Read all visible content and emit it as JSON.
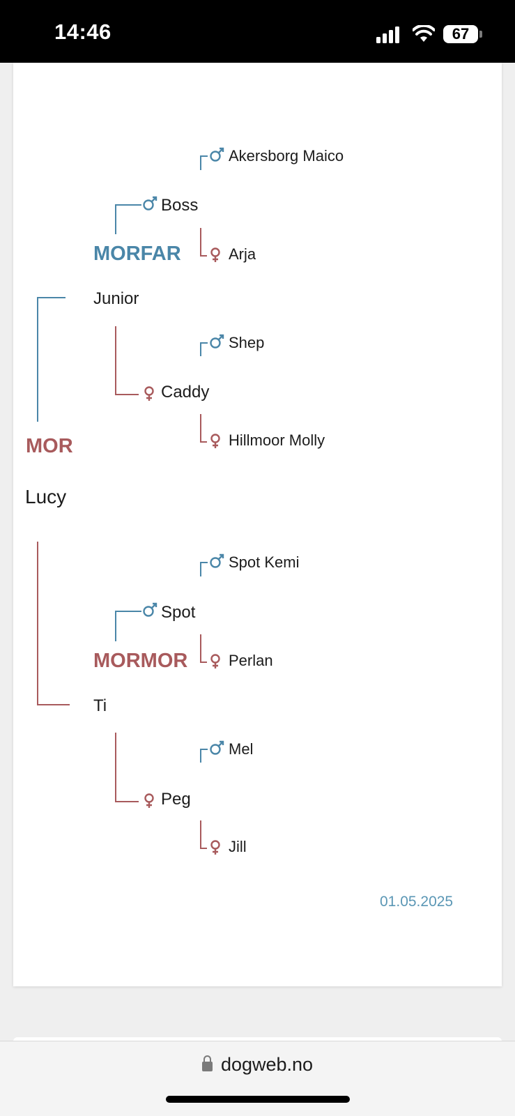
{
  "status_bar": {
    "time": "14:46",
    "battery": "67"
  },
  "pedigree": {
    "mor_label": "MOR",
    "morfar_label": "MORFAR",
    "mormor_label": "MORMOR",
    "subject": "Lucy",
    "morfar": {
      "name": "Junior",
      "father": {
        "name": "Boss",
        "father": "Akersborg Maico",
        "mother": "Arja"
      },
      "mother": {
        "name": "Caddy",
        "father": "Shep",
        "mother": "Hillmoor Molly"
      }
    },
    "mormor": {
      "name": "Ti",
      "father": {
        "name": "Spot",
        "father": "Spot Kemi",
        "mother": "Perlan"
      },
      "mother": {
        "name": "Peg",
        "father": "Mel",
        "mother": "Jill"
      }
    },
    "date": "01.05.2025"
  },
  "browser": {
    "url": "dogweb.no"
  },
  "colors": {
    "male": "#4a86a8",
    "female": "#a85a5c"
  },
  "icons": {
    "male": "male-symbol-icon",
    "female": "female-symbol-icon",
    "lock": "lock-icon"
  }
}
